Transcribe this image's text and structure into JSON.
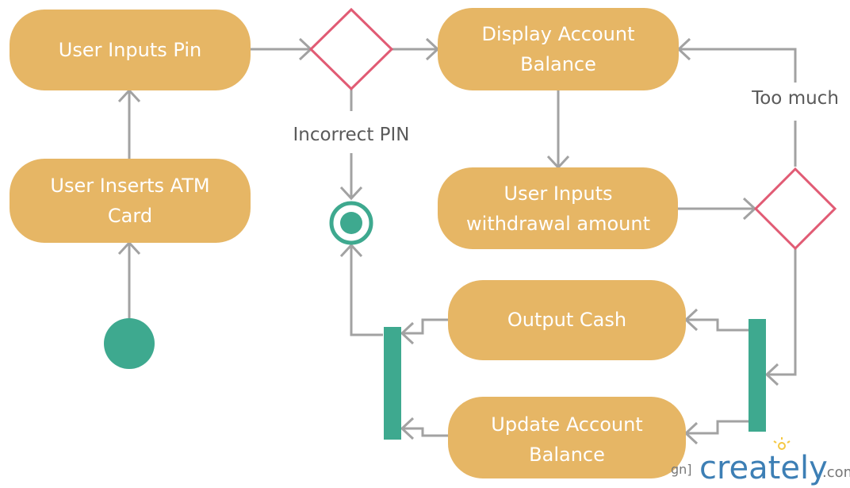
{
  "nodes": {
    "user_inputs_pin": [
      "User Inputs Pin"
    ],
    "user_inserts_atm_card": [
      "User Inserts ATM",
      "Card"
    ],
    "display_account_balance": [
      "Display Account",
      "Balance"
    ],
    "user_inputs_withdrawal": [
      "User Inputs",
      "withdrawal amount"
    ],
    "output_cash": [
      "Output Cash"
    ],
    "update_account_balance": [
      "Update Account",
      "Balance"
    ]
  },
  "edge_labels": {
    "incorrect_pin": "Incorrect PIN",
    "too_much": "Too much"
  },
  "watermark": {
    "prefix": "gn]",
    "logo": "creately",
    "suffix": ".com"
  },
  "colors": {
    "action": "#e6b665",
    "decision_stroke": "#e15b74",
    "start_end_bar": "#3ea98f",
    "connector": "#a2a2a2"
  }
}
